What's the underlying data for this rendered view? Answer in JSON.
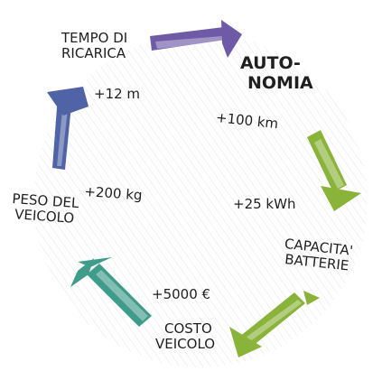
{
  "nodes": {
    "ricarica": {
      "line1": "TEMPO DI",
      "line2": "RICARICA"
    },
    "autonomia": {
      "line1": "AUTO-",
      "line2": "NOMIA"
    },
    "capacita": {
      "line1": "CAPACITA'",
      "line2": "BATTERIE"
    },
    "costo": {
      "line1": "COSTO",
      "line2": "VEICOLO"
    },
    "peso": {
      "line1": "PESO DEL",
      "line2": "VEICOLO"
    }
  },
  "deltas": {
    "ricarica": "+12 m",
    "autonomia": "+100 km",
    "capacita": "+25 kWh",
    "costo": "+5000 €",
    "peso": "+200 kg"
  },
  "colors": {
    "purple": "#6e5aa6",
    "green": "#8ab33a",
    "teal": "#3f9b8a",
    "blue": "#4f63a6"
  }
}
